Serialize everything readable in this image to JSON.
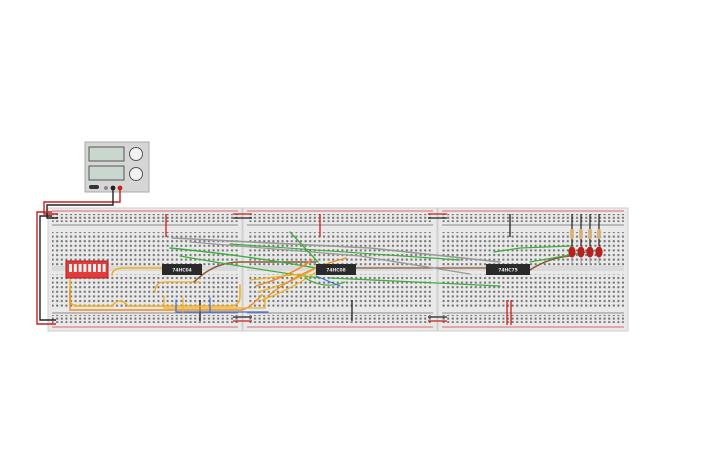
{
  "chips": [
    {
      "id": "chip1",
      "label": "74HC04"
    },
    {
      "id": "chip2",
      "label": "74HC08"
    },
    {
      "id": "chip3",
      "label": "74HC75"
    }
  ],
  "colors": {
    "background": "#ffffff",
    "breadboard": "#e9e9e9",
    "rail_red": "#d93a3a",
    "rail_blue": "#2c2c2c",
    "chip": "#2a2a2a",
    "dip_switch": "#e33a3a",
    "power_supply": "#d6d6d6",
    "led": "#b81f1f",
    "resistor": "#d9b070",
    "wire_red": "#cc1f1f",
    "wire_black": "#222222",
    "wire_yellow": "#f2b01e",
    "wire_orange": "#f08a24",
    "wire_green": "#3fae3f",
    "wire_gray": "#9a9a9a",
    "wire_brown": "#8a5a3a",
    "wire_blue": "#3b6fd6"
  },
  "icons": {
    "power_supply": "power-supply-icon",
    "dip_switch": "dip-switch-icon",
    "led": "led-icon",
    "resistor": "resistor-icon"
  },
  "led_count": 4,
  "dip_switch_count": 8
}
